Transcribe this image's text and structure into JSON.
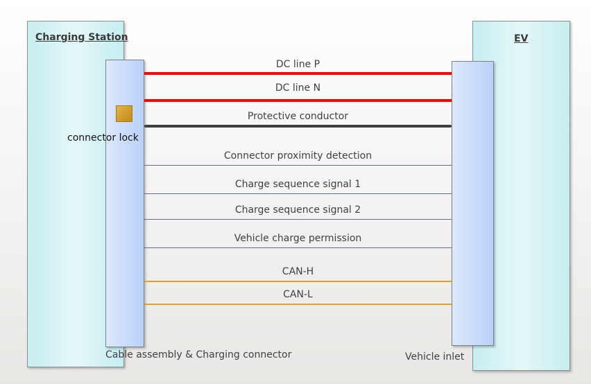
{
  "station": {
    "title": "Charging Station",
    "connector_caption": "Cable assembly & Charging connector",
    "lock_label": "connector lock"
  },
  "ev": {
    "title": "EV",
    "inlet_caption": "Vehicle inlet"
  },
  "wires": [
    {
      "label": "DC line P",
      "color": "#ff0000"
    },
    {
      "label": "DC line N",
      "color": "#ff0000"
    },
    {
      "label": "Protective conductor",
      "color": "#404040"
    },
    {
      "label": "Connector proximity detection",
      "color": "#5c6e8e"
    },
    {
      "label": "Charge sequence signal 1",
      "color": "#5c6e8e"
    },
    {
      "label": "Charge sequence signal 2",
      "color": "#5c6e8e"
    },
    {
      "label": "Vehicle charge permission",
      "color": "#5c6e8e"
    },
    {
      "label": "CAN-H",
      "color": "#e0a030"
    },
    {
      "label": "CAN-L",
      "color": "#e0a030"
    }
  ]
}
